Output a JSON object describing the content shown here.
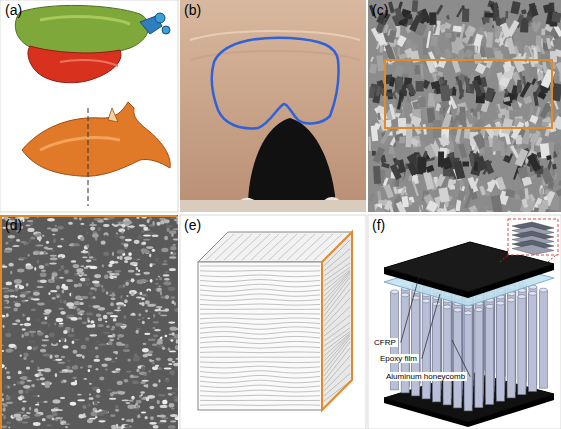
{
  "diagram": {
    "labels": [
      "(a)",
      "(b)",
      "(c)",
      "(d)",
      "(e)",
      "(f)",
      "CFRP",
      "Epoxy film",
      "Aluminum honeycomb"
    ]
  }
}
